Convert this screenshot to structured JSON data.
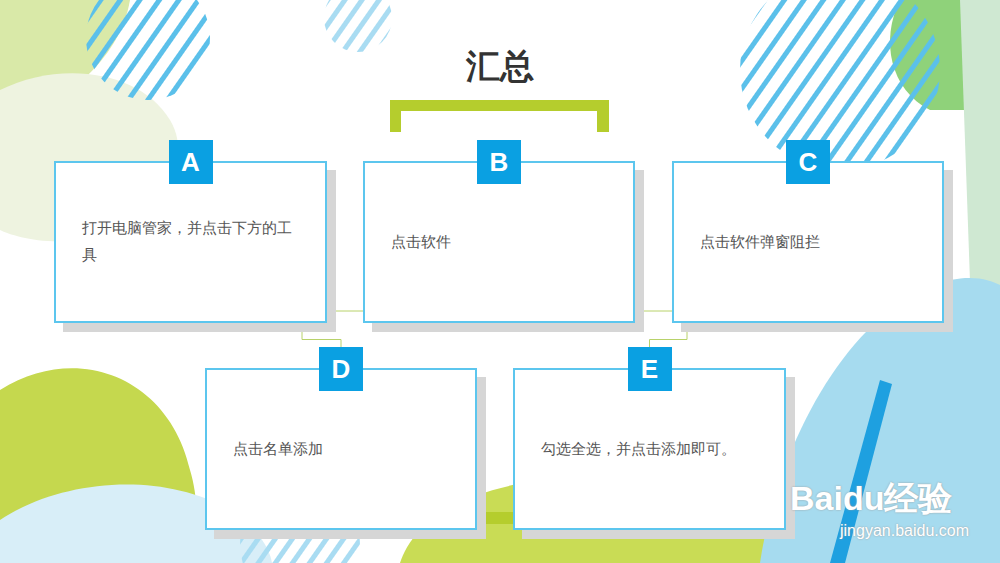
{
  "diagram": {
    "title": "汇总",
    "nodes": [
      {
        "text": [
          "A",
          "打开电脑管家，并点击下方的工具"
        ]
      },
      {
        "text": [
          "B",
          "点击软件"
        ]
      },
      {
        "text": [
          "C",
          "点击软件弹窗阻拦"
        ]
      },
      {
        "text": [
          "D",
          "点击名单添加"
        ]
      },
      {
        "text": [
          "E",
          "勾选全选，并点击添加即可。"
        ]
      }
    ],
    "edges": [
      {
        "from": 0,
        "to": 1,
        "arrow": "none"
      },
      {
        "from": 1,
        "to": 2,
        "arrow": "none"
      },
      {
        "from": 0,
        "to": 3,
        "arrow": "none"
      },
      {
        "from": 2,
        "to": 4,
        "arrow": "none"
      },
      {
        "from": 3,
        "to": 4,
        "arrow": "none"
      }
    ],
    "labels": [
      "Baidu经验",
      "jingyan.baidu.com"
    ]
  }
}
